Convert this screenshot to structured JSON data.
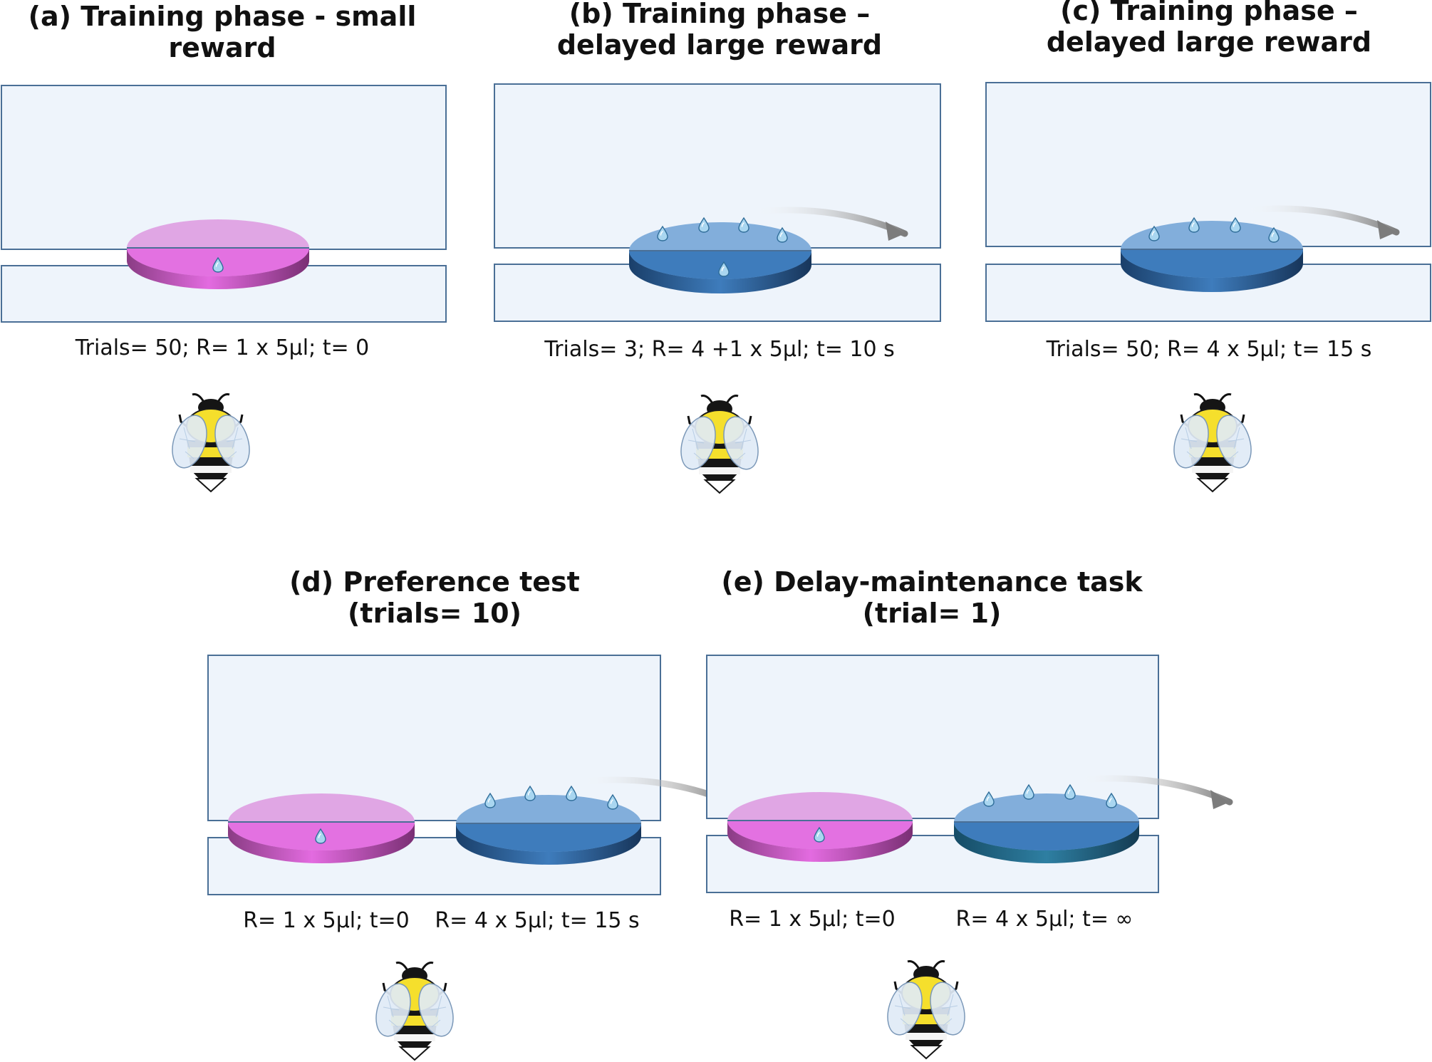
{
  "panels": [
    {
      "label": "(a) Training phase - small reward",
      "title_lines": [
        "(a) Training phase - small",
        "reward"
      ],
      "caption": "Trials= 50; R= 1 x 5µl; t= 0"
    },
    {
      "label": "(b) Training phase – delayed large reward",
      "title_lines": [
        "(b) Training phase –",
        "delayed large reward"
      ],
      "caption": "Trials= 3; R= 4 +1 x 5µl; t= 10 s"
    },
    {
      "label": "(c) Training phase – delayed large reward",
      "title_lines": [
        "(c) Training phase –",
        "delayed large reward"
      ],
      "caption": "Trials= 50; R= 4 x 5µl; t= 15 s"
    },
    {
      "label": "(d) Preference test (trials= 10)",
      "title_lines": [
        "(d) Preference test",
        "(trials= 10)"
      ],
      "caption_left": "R= 1 x 5µl; t=0",
      "caption_right": "R= 4 x 5µl; t= 15 s"
    },
    {
      "label": "(e) Delay-maintenance task (trial= 1)",
      "title_lines": [
        "(e) Delay-maintenance task",
        "(trial= 1)"
      ],
      "caption_left": "R= 1 x 5µl; t=0",
      "caption_right": "R= 4 x 5µl; t= ∞"
    }
  ],
  "rewards": {
    "small": {
      "drops": 1,
      "color_top": "#e0a6e4",
      "color_side": "#d860d0"
    },
    "large": {
      "drops": 4,
      "color_top": "#82aedb",
      "color_side": "#3c78b4"
    }
  },
  "icons": [
    "bee-icon",
    "water-drop-icon",
    "curved-arrow-icon"
  ]
}
